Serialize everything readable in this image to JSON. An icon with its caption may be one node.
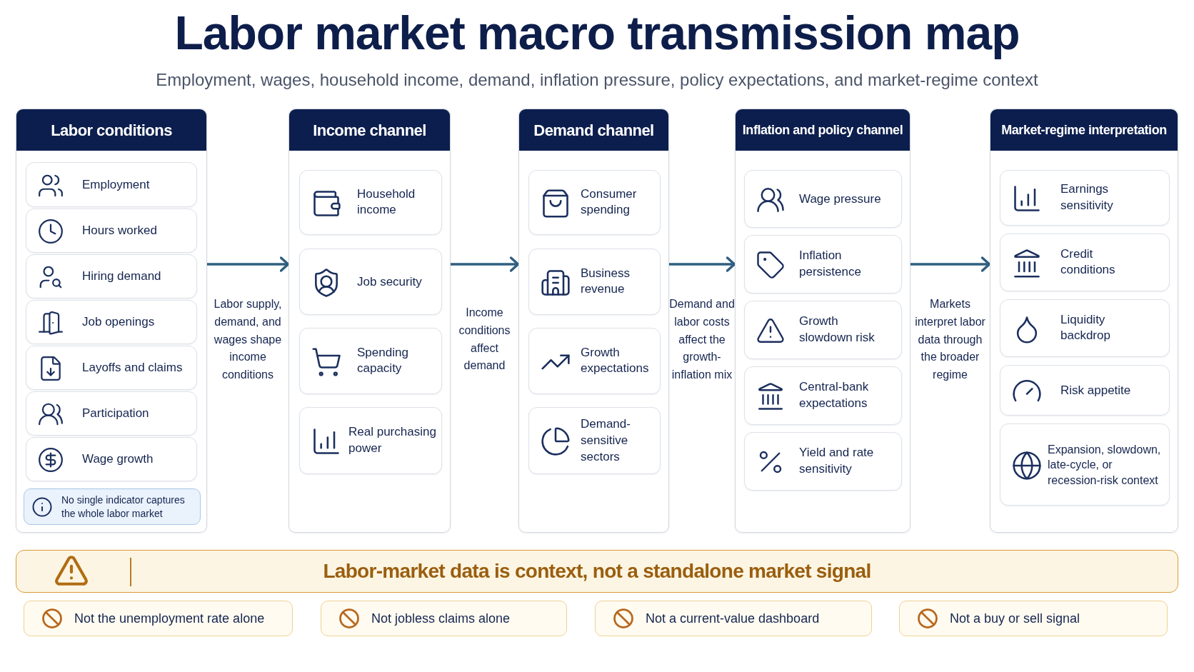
{
  "diagram": {
    "title": "Labor market macro transmission map",
    "nodes": [
      {
        "text": [
          "Labor conditions"
        ]
      },
      {
        "text": [
          "Employment"
        ],
        "in": 0
      },
      {
        "text": [
          "Hours worked"
        ],
        "in": 0
      },
      {
        "text": [
          "Hiring demand"
        ],
        "in": 0
      },
      {
        "text": [
          "Job openings"
        ],
        "in": 0
      },
      {
        "text": [
          "Layoffs and claims"
        ],
        "in": 0
      },
      {
        "text": [
          "Participation"
        ],
        "in": 0
      },
      {
        "text": [
          "Wage growth"
        ],
        "in": 0
      },
      {
        "text": [
          "No single indicator captures the whole labor market"
        ],
        "in": 0
      },
      {
        "text": [
          "Income channel"
        ]
      },
      {
        "text": [
          "Household income"
        ],
        "in": 9
      },
      {
        "text": [
          "Job security"
        ],
        "in": 9
      },
      {
        "text": [
          "Spending capacity"
        ],
        "in": 9
      },
      {
        "text": [
          "Real purchasing power"
        ],
        "in": 9
      },
      {
        "text": [
          "Demand channel"
        ]
      },
      {
        "text": [
          "Consumer spending"
        ],
        "in": 14
      },
      {
        "text": [
          "Business revenue"
        ],
        "in": 14
      },
      {
        "text": [
          "Growth expectations"
        ],
        "in": 14
      },
      {
        "text": [
          "Demand-sensitive sectors"
        ],
        "in": 14
      },
      {
        "text": [
          "Inflation and policy channel"
        ]
      },
      {
        "text": [
          "Wage pressure"
        ],
        "in": 19
      },
      {
        "text": [
          "Inflation persistence"
        ],
        "in": 19
      },
      {
        "text": [
          "Growth slowdown risk"
        ],
        "in": 19
      },
      {
        "text": [
          "Central-bank expectations"
        ],
        "in": 19
      },
      {
        "text": [
          "Yield and rate sensitivity"
        ],
        "in": 19
      },
      {
        "text": [
          "Market-regime interpretation"
        ]
      },
      {
        "text": [
          "Earnings sensitivity"
        ],
        "in": 25
      },
      {
        "text": [
          "Credit conditions"
        ],
        "in": 25
      },
      {
        "text": [
          "Liquidity backdrop"
        ],
        "in": 25
      },
      {
        "text": [
          "Risk appetite"
        ],
        "in": 25
      },
      {
        "text": [
          "Expansion, slowdown, late-cycle, or recession-risk context"
        ],
        "in": 25
      },
      {
        "text": [
          "Labor-market data is context, not a standalone market signal"
        ]
      },
      {
        "text": [
          "Not the unemployment rate alone"
        ]
      },
      {
        "text": [
          "Not jobless claims alone"
        ]
      },
      {
        "text": [
          "Not a current-value dashboard"
        ]
      },
      {
        "text": [
          "Not a buy or sell signal"
        ]
      }
    ],
    "edges": [
      {
        "from": 0,
        "to": 9,
        "arrow": "to",
        "label": "Labor supply, demand, and wages shape income conditions"
      },
      {
        "from": 9,
        "to": 14,
        "arrow": "to",
        "label": "Income conditions affect demand"
      },
      {
        "from": 14,
        "to": 19,
        "arrow": "to",
        "label": "Demand and labor costs affect the growth-inflation mix"
      },
      {
        "from": 19,
        "to": 25,
        "arrow": "to",
        "label": "Markets interpret labor data through the broader regime"
      }
    ],
    "labels": [
      "Employment, wages, household income, demand, inflation pressure, policy expectations, and market-regime context"
    ]
  }
}
